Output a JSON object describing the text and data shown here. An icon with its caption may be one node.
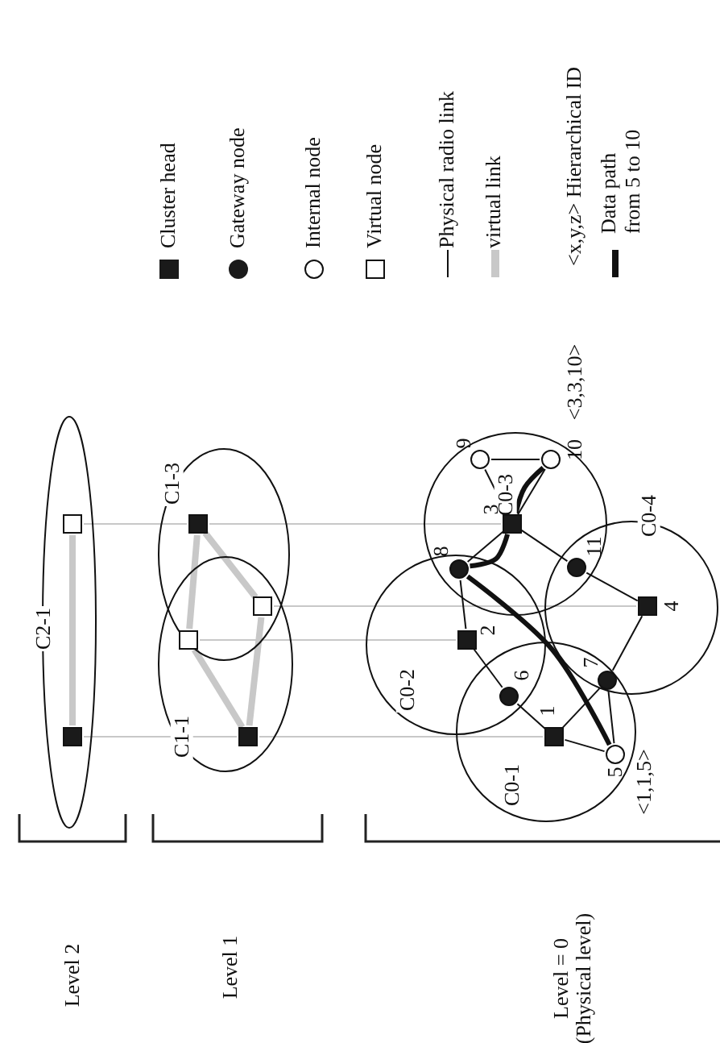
{
  "diagram": {
    "nodes": [
      {
        "text": [
          "C2-1"
        ]
      },
      {
        "text": [],
        "shape": "box",
        "in": 0
      },
      {
        "text": [],
        "shape": "box",
        "in": 0
      },
      {
        "text": [
          "C1-3"
        ]
      },
      {
        "text": [
          "C1-1"
        ]
      },
      {
        "text": [],
        "shape": "box",
        "in": 3
      },
      {
        "text": [],
        "shape": "box"
      },
      {
        "text": [],
        "shape": "box"
      },
      {
        "text": [],
        "shape": "box",
        "in": 4
      },
      {
        "text": [
          "C0-3"
        ]
      },
      {
        "text": [
          "C0-4"
        ]
      },
      {
        "text": [
          "C0-2"
        ]
      },
      {
        "text": [
          "C0-1"
        ]
      },
      {
        "text": [],
        "shape": "box",
        "in": 9,
        "beside": [
          "3"
        ]
      },
      {
        "text": [],
        "shape": "circle",
        "in": 9,
        "beside": [
          "9"
        ]
      },
      {
        "text": [],
        "shape": "circle",
        "in": 9,
        "beside": [
          "10",
          "<3,3,10>"
        ]
      },
      {
        "text": [],
        "shape": "circle",
        "beside": [
          "8"
        ]
      },
      {
        "text": [],
        "shape": "circle",
        "beside": [
          "11"
        ]
      },
      {
        "text": [],
        "shape": "box",
        "in": 10,
        "beside": [
          "4"
        ]
      },
      {
        "text": [],
        "shape": "box",
        "in": 11,
        "beside": [
          "2"
        ]
      },
      {
        "text": [],
        "shape": "circle",
        "beside": [
          "6"
        ]
      },
      {
        "text": [],
        "shape": "circle",
        "beside": [
          "7"
        ]
      },
      {
        "text": [],
        "shape": "box",
        "in": 12,
        "beside": [
          "1"
        ]
      },
      {
        "text": [],
        "shape": "circle",
        "in": 12,
        "beside": [
          "5",
          "<1,1,5>"
        ]
      }
    ],
    "edges": [
      {
        "from": 1,
        "to": 2,
        "arrow": "none",
        "style": "thick",
        "color": "#c8c8c8"
      },
      {
        "from": 5,
        "to": 7,
        "arrow": "none",
        "style": "thick",
        "color": "#c8c8c8"
      },
      {
        "from": 5,
        "to": 6,
        "arrow": "none",
        "style": "thick",
        "color": "#c8c8c8"
      },
      {
        "from": 7,
        "to": 8,
        "arrow": "none",
        "style": "thick",
        "color": "#c8c8c8"
      },
      {
        "from": 6,
        "to": 8,
        "arrow": "none",
        "style": "thick",
        "color": "#c8c8c8"
      },
      {
        "from": 1,
        "to": 5,
        "arrow": "none",
        "color": "#c8c8c8"
      },
      {
        "from": 5,
        "to": 13,
        "arrow": "none",
        "color": "#c8c8c8"
      },
      {
        "from": 2,
        "to": 8,
        "arrow": "none",
        "color": "#c8c8c8"
      },
      {
        "from": 8,
        "to": 22,
        "arrow": "none",
        "color": "#c8c8c8"
      },
      {
        "from": 6,
        "to": 18,
        "arrow": "none",
        "color": "#c8c8c8"
      },
      {
        "from": 7,
        "to": 19,
        "arrow": "none",
        "color": "#c8c8c8"
      },
      {
        "from": 13,
        "to": 14,
        "arrow": "none"
      },
      {
        "from": 13,
        "to": 15,
        "arrow": "none"
      },
      {
        "from": 14,
        "to": 15,
        "arrow": "none"
      },
      {
        "from": 13,
        "to": 16,
        "arrow": "none"
      },
      {
        "from": 13,
        "to": 17,
        "arrow": "none"
      },
      {
        "from": 16,
        "to": 19,
        "arrow": "none"
      },
      {
        "from": 17,
        "to": 18,
        "arrow": "none"
      },
      {
        "from": 18,
        "to": 21,
        "arrow": "none"
      },
      {
        "from": 19,
        "to": 20,
        "arrow": "none"
      },
      {
        "from": 20,
        "to": 22,
        "arrow": "none"
      },
      {
        "from": 22,
        "to": 21,
        "arrow": "none"
      },
      {
        "from": 22,
        "to": 23,
        "arrow": "none"
      },
      {
        "from": 21,
        "to": 23,
        "arrow": "none"
      },
      {
        "from": 23,
        "to": 16,
        "arrow": "none",
        "style": "thick"
      },
      {
        "from": 16,
        "to": 13,
        "arrow": "none",
        "style": "thick"
      },
      {
        "from": 13,
        "to": 15,
        "arrow": "none",
        "style": "thick"
      }
    ],
    "labels": [
      "Level 2",
      "Level 1",
      "Level = 0 (Physical level)"
    ],
    "legend": [
      {
        "text": "Cluster head"
      },
      {
        "text": "Gateway node"
      },
      {
        "text": "Internal node"
      },
      {
        "text": "Virtual node"
      },
      {
        "text": "Physical radio link"
      },
      {
        "text": "virtual link"
      },
      {
        "text": "<x,y,z> Hierarchical ID"
      },
      {
        "text": "Data path from 5 to 10"
      }
    ]
  }
}
